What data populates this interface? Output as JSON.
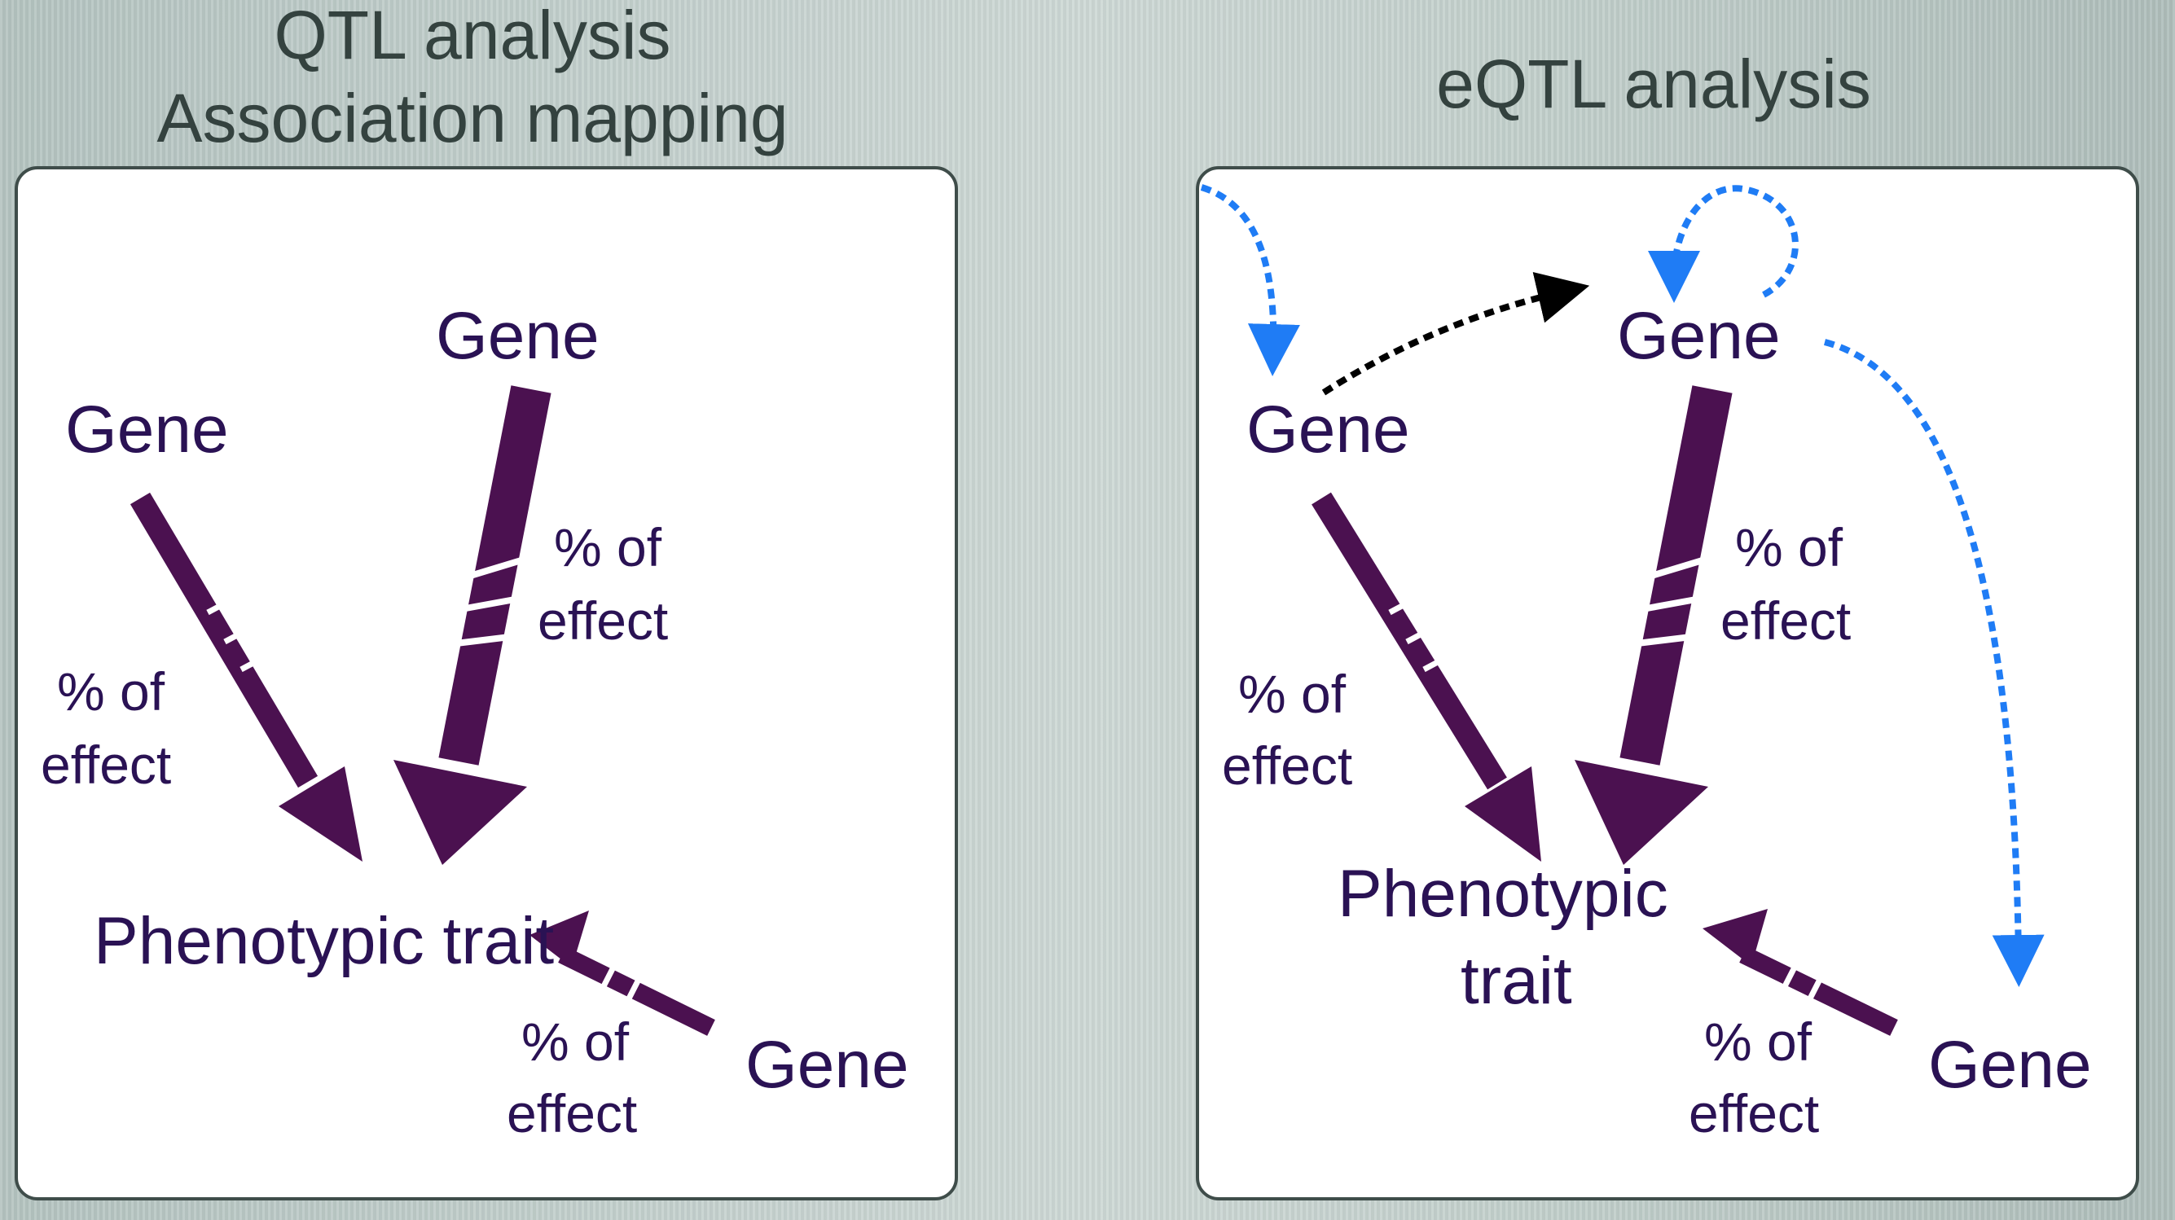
{
  "headings": {
    "left_line1": "QTL analysis",
    "left_line2": "Association mapping",
    "right": "eQTL analysis"
  },
  "left_panel": {
    "gene_top": "Gene",
    "gene_left": "Gene",
    "gene_bottom": "Gene",
    "trait": "Phenotypic trait",
    "effect_top_1": "% of",
    "effect_top_2": "effect",
    "effect_left_1": "% of",
    "effect_left_2": "effect",
    "effect_bottom_1": "% of",
    "effect_bottom_2": "effect"
  },
  "right_panel": {
    "gene_top": "Gene",
    "gene_left": "Gene",
    "gene_bottom": "Gene",
    "trait_line1": "Phenotypic",
    "trait_line2": "trait",
    "effect_top_1": "% of",
    "effect_top_2": "effect",
    "effect_left_1": "% of",
    "effect_left_2": "effect",
    "effect_bottom_1": "% of",
    "effect_bottom_2": "effect"
  },
  "colors": {
    "arrow": "#4b1150",
    "label": "#2a1254",
    "regulation_blue": "#1f7cf5",
    "interaction_black": "#000000"
  }
}
